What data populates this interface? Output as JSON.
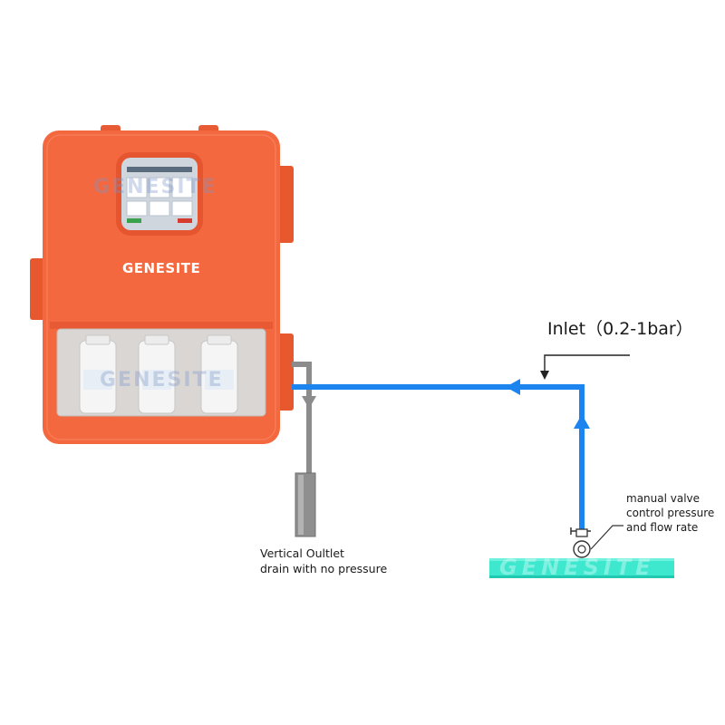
{
  "labels": {
    "inlet": "Inlet（0.2-1bar）",
    "outlet_line1": "Vertical Oultlet",
    "outlet_line2": "drain with no pressure",
    "valve_line1": "manual valve",
    "valve_line2": "control pressure",
    "valve_line3": "and flow rate"
  },
  "device": {
    "brand": "GENESITE",
    "watermark": "GENESITE",
    "color": "#f4683f",
    "bottle_count": 3
  },
  "base": {
    "brand": "GENESITE",
    "color": "#3de8cf"
  },
  "colors": {
    "inlet_pipe": "#1b84ee",
    "outlet_pipe": "#8c8c8c"
  }
}
